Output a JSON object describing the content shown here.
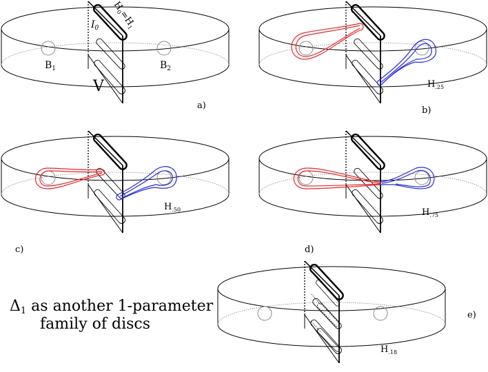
{
  "panels": [
    {
      "id": "a",
      "label": "a)",
      "b_left": "B",
      "b_left_sub": "1",
      "b_right": "B",
      "b_right_sub": "2",
      "v_label": "V",
      "i_label": "I",
      "i_sub": "0",
      "h_label": "H",
      "h_sub1": "0",
      "h_mid": "=H",
      "h_sub2": "1"
    },
    {
      "id": "b",
      "label": "b)",
      "h": "H",
      "h_sub": ".25"
    },
    {
      "id": "c",
      "label": "c)",
      "h": "H",
      "h_sub": ".50"
    },
    {
      "id": "d",
      "label": "d)",
      "h": "H",
      "h_sub": ".75"
    },
    {
      "id": "e",
      "label": "e)",
      "h": "H",
      "h_sub": ".18"
    }
  ],
  "caption": {
    "symbol": "Δ",
    "symbol_sub": "1",
    "line1_rest": " as another 1-parameter",
    "line2": "family of discs"
  },
  "colors": {
    "stroke": "#000000",
    "red": "#e0282d",
    "blue": "#2a2ad8",
    "grey": "#8a8a8a"
  }
}
